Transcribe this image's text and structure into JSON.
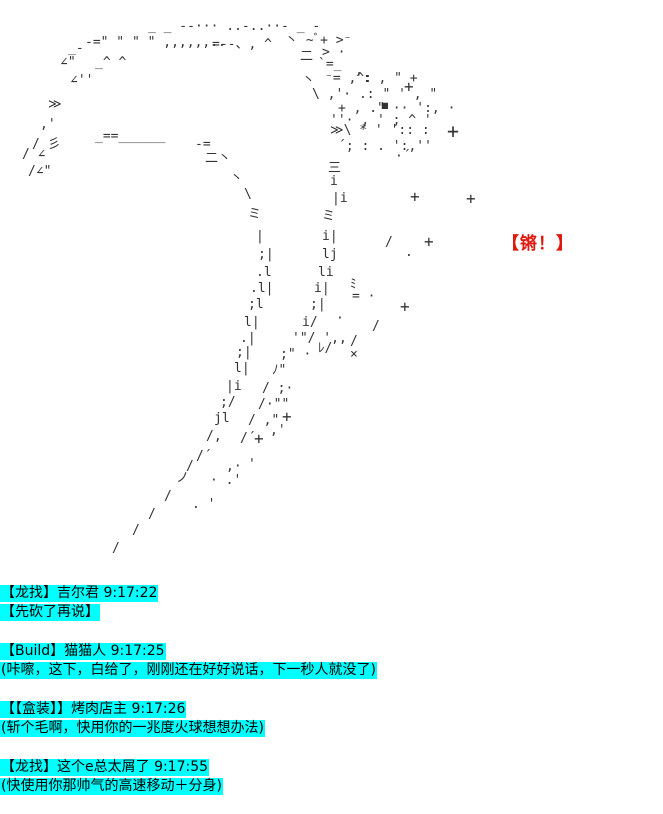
{
  "sound_effect": "【锵！】",
  "messages": [
    {
      "header": "【龙找】吉尔君 9:17:22",
      "body": "【先砍了再说】"
    },
    {
      "header": "【Build】猫猫人 9:17:25",
      "body": "(咔嚓，这下，白给了，刚刚还在好好说话，下一秒人就没了)"
    },
    {
      "header": "【【盒装】】烤肉店主 9:17:26",
      "body": "(斩个毛啊，快用你的一兆度火球想想办法)"
    },
    {
      "header": "【龙找】这个e总太屑了 9:17:55",
      "body": "(快使用你那帅气的高速移动＋分身)"
    }
  ],
  "colors": {
    "highlight": "#00ffff",
    "sfx": "#e0190f",
    "art": "#333333"
  }
}
